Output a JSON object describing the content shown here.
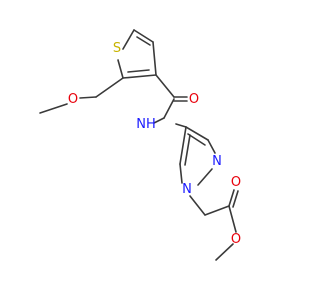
{
  "diagram": {
    "type": "chemical-structure",
    "atoms": {
      "S": {
        "text": "S",
        "color": "#c8b400"
      },
      "O1": {
        "text": "O",
        "color": "#e8000b"
      },
      "O2": {
        "text": "O",
        "color": "#e8000b"
      },
      "O3": {
        "text": "O",
        "color": "#e8000b"
      },
      "O4": {
        "text": "O",
        "color": "#e8000b"
      },
      "NH": {
        "text": "NH",
        "color": "#1a1aff"
      },
      "N1": {
        "text": "N",
        "color": "#1a1aff"
      },
      "N2": {
        "text": "N",
        "color": "#1a1aff"
      }
    },
    "bond_color": "#3a3a3a"
  }
}
